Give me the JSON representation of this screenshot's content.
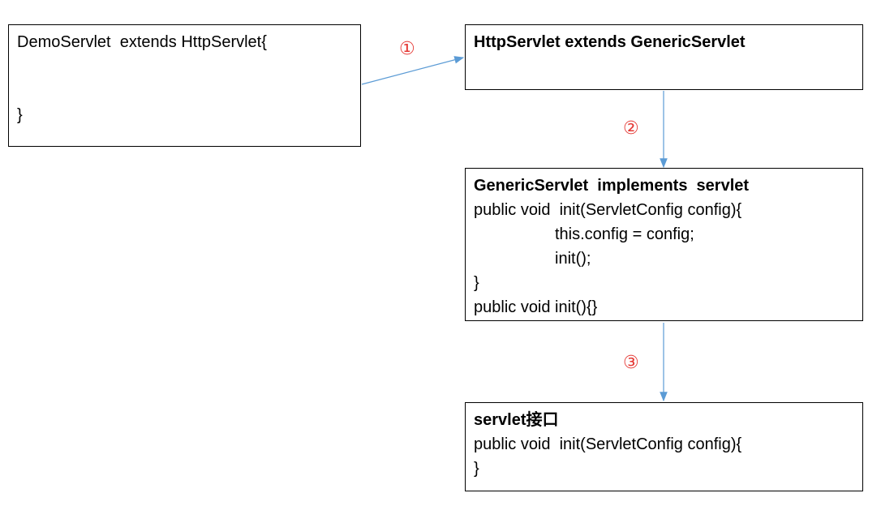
{
  "arrow_color": "#5b9bd5",
  "number_color": "#e53935",
  "boxes": {
    "demo": {
      "line1": "DemoServlet  extends HttpServlet{",
      "line2": "}"
    },
    "http": {
      "line1": "HttpServlet extends GenericServlet"
    },
    "generic": {
      "line1": "GenericServlet  implements  servlet",
      "line2": "public void  init(ServletConfig config){",
      "line3": "this.config = config;",
      "line4": "init();",
      "line5": "}",
      "line6": "public void init(){}"
    },
    "servlet": {
      "line1": "servlet接口",
      "line2": "public void  init(ServletConfig config){",
      "line3": "}"
    }
  },
  "arrows": {
    "a1": {
      "label": "①"
    },
    "a2": {
      "label": "②"
    },
    "a3": {
      "label": "③"
    }
  }
}
